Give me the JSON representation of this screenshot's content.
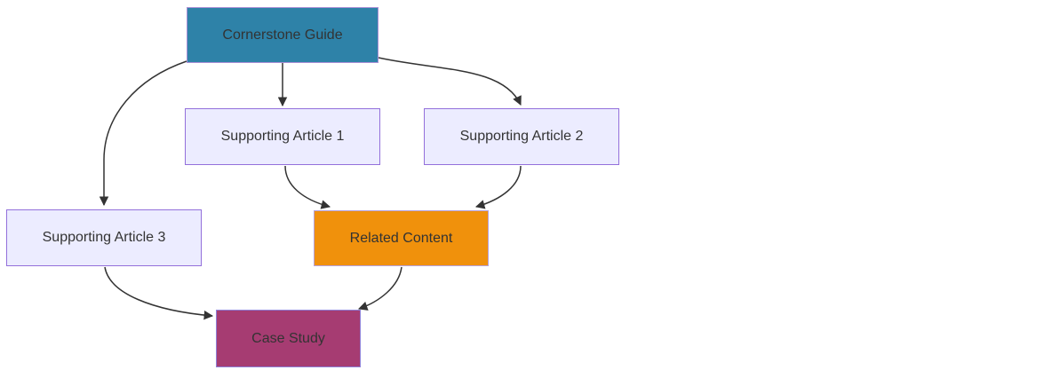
{
  "diagram": {
    "type": "flowchart",
    "direction": "top-down",
    "background": "#ffffff",
    "edge_color": "#333333",
    "nodes": [
      {
        "id": "cornerstone",
        "label": "Cornerstone Guide",
        "fill": "#2e82a8",
        "border": "#a98fd6",
        "text_color": "#333333"
      },
      {
        "id": "sa1",
        "label": "Supporting Article 1",
        "fill": "#ececff",
        "border": "#9370db",
        "text_color": "#333333"
      },
      {
        "id": "sa2",
        "label": "Supporting Article 2",
        "fill": "#ececff",
        "border": "#9370db",
        "text_color": "#333333"
      },
      {
        "id": "sa3",
        "label": "Supporting Article 3",
        "fill": "#ececff",
        "border": "#9370db",
        "text_color": "#333333"
      },
      {
        "id": "related",
        "label": "Related Content",
        "fill": "#f0910c",
        "border": "#b5a1dd",
        "text_color": "#333333"
      },
      {
        "id": "case",
        "label": "Case Study",
        "fill": "#a63c72",
        "border": "#8f81d8",
        "text_color": "#333333"
      }
    ],
    "edges": [
      {
        "from": "Cornerstone Guide",
        "to": "Supporting Article 1"
      },
      {
        "from": "Cornerstone Guide",
        "to": "Supporting Article 2"
      },
      {
        "from": "Cornerstone Guide",
        "to": "Supporting Article 3"
      },
      {
        "from": "Supporting Article 1",
        "to": "Related Content"
      },
      {
        "from": "Supporting Article 2",
        "to": "Related Content"
      },
      {
        "from": "Supporting Article 3",
        "to": "Case Study"
      },
      {
        "from": "Related Content",
        "to": "Case Study"
      }
    ]
  }
}
